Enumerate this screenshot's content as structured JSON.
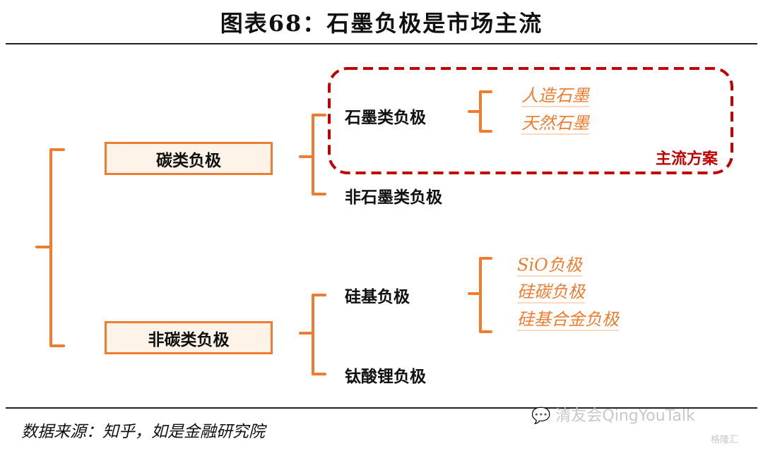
{
  "title": "图表68：石墨负极是市场主流",
  "root_categories": [
    {
      "label": "碳类负极",
      "children": [
        {
          "label": "石墨类负极",
          "subtypes": [
            "人造石墨",
            "天然石墨"
          ]
        },
        {
          "label": "非石墨类负极"
        }
      ]
    },
    {
      "label": "非碳类负极",
      "children": [
        {
          "label": "硅基负极",
          "subtypes": [
            "SiO负极",
            "硅碳负极",
            "硅基合金负极"
          ]
        },
        {
          "label": "钛酸锂负极"
        }
      ]
    }
  ],
  "highlight_label": "主流方案",
  "source": "数据来源：知乎，如是金融研究院",
  "watermark": "清友会QingYouTalk",
  "watermark2": "格隆汇",
  "colors": {
    "orange": "#ed7d31",
    "red": "#c00000"
  }
}
